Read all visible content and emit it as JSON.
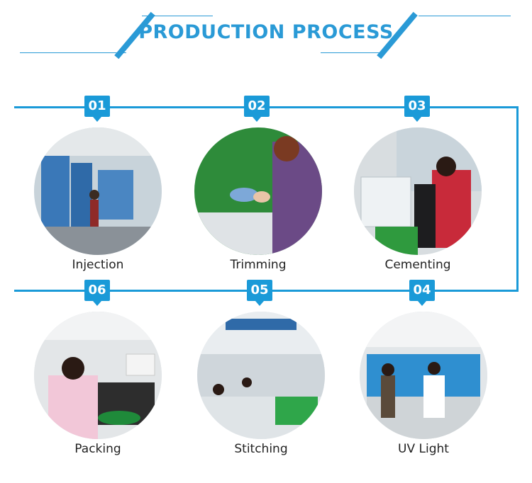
{
  "header": {
    "title": "PRODUCTION PROCESS"
  },
  "colors": {
    "accent": "#1a9ad8"
  },
  "steps": [
    {
      "number": "01",
      "label": "Injection"
    },
    {
      "number": "02",
      "label": "Trimming"
    },
    {
      "number": "03",
      "label": "Cementing"
    },
    {
      "number": "04",
      "label": "UV Light"
    },
    {
      "number": "05",
      "label": "Stitching"
    },
    {
      "number": "06",
      "label": "Packing"
    }
  ]
}
